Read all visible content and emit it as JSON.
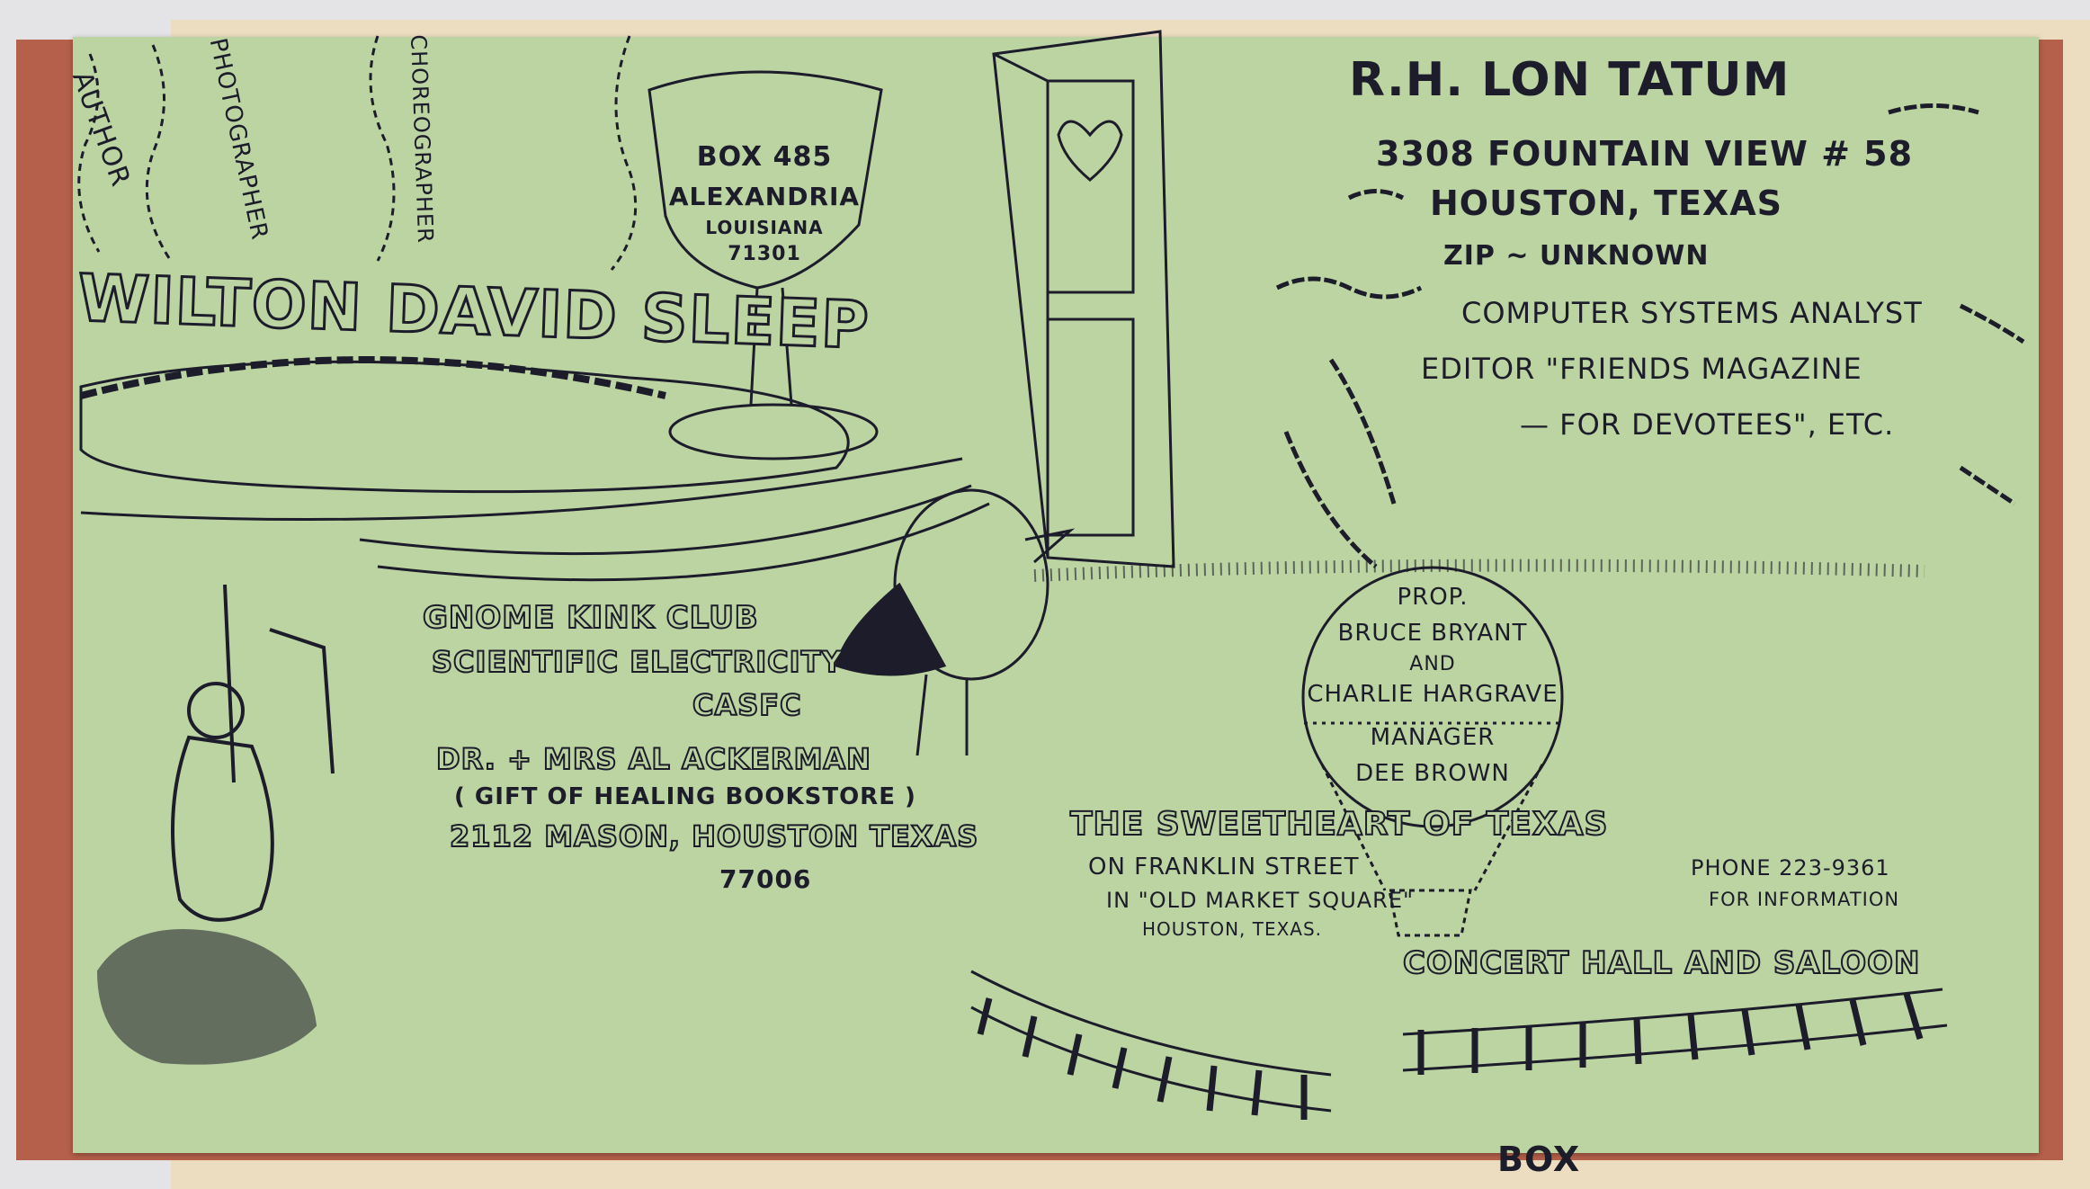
{
  "left_panel": {
    "name": "WILTON DAVID SLEEP",
    "roles": [
      "AUTHOR",
      "PHOTOGRAPHER",
      "CHOREOGRAPHER"
    ],
    "goblet_lines": [
      "BOX 485",
      "ALEXANDRIA",
      "LOUISIANA",
      "71301"
    ]
  },
  "right_panel": {
    "name": "R.H. LON TATUM",
    "address": "3308 FOUNTAIN VIEW # 58",
    "city": "HOUSTON, TEXAS",
    "zip": "ZIP ~ UNKNOWN",
    "job": "COMPUTER SYSTEMS ANALYST",
    "editor_line1": "EDITOR \"FRIENDS MAGAZINE",
    "editor_line2": "— FOR DEVOTEES\", ETC."
  },
  "club": {
    "line1": "GNOME KINK CLUB",
    "line2": "SCIENTIFIC ELECTRICITY",
    "line3": "CASFC",
    "names": "DR. + MRS AL ACKERMAN",
    "store": "( GIFT OF HEALING BOOKSTORE )",
    "address": "2112 MASON, HOUSTON TEXAS",
    "zip": "77006"
  },
  "saloon": {
    "title": "THE SWEETHEART OF TEXAS",
    "street": "ON FRANKLIN STREET",
    "square": "IN \"OLD MARKET SQUARE\"",
    "city": "HOUSTON, TEXAS.",
    "balloon": [
      "PROP.",
      "BRUCE BRYANT",
      "AND",
      "CHARLIE HARGRAVE",
      "MANAGER",
      "DEE BROWN"
    ],
    "hall": "CONCERT HALL AND SALOON",
    "phone": "PHONE 223-9361",
    "info": "FOR INFORMATION"
  },
  "under_card": {
    "text": "BOX"
  },
  "colors": {
    "card": "#bcd4a2",
    "edge": "#b5604a",
    "ink": "#1c1c2a"
  }
}
